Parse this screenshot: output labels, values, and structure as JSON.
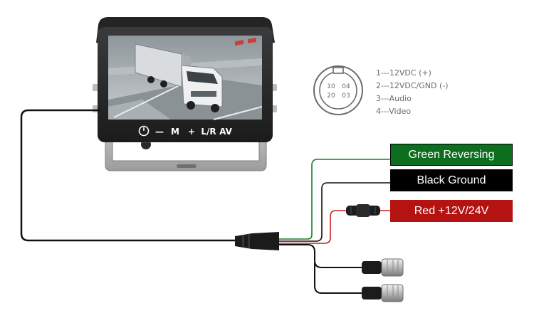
{
  "monitor": {
    "controls": [
      "⏻",
      "—",
      "M",
      "+",
      "L/R",
      "AV"
    ]
  },
  "pinout": {
    "face_labels": [
      "10",
      "04",
      "20",
      "03"
    ],
    "lines": [
      "1---12VDC (+)",
      "2---12VDC/GND (-)",
      "3---Audio",
      "4---Video"
    ]
  },
  "wires": [
    {
      "label": "Green Reversing",
      "bg": "#0c6e1e",
      "wire_color": "#1a7f2a"
    },
    {
      "label": "Black  Ground",
      "bg": "#000000",
      "wire_color": "#111111"
    },
    {
      "label": "Red +12V/24V",
      "bg": "#b51212",
      "wire_color": "#c81e1e"
    }
  ]
}
